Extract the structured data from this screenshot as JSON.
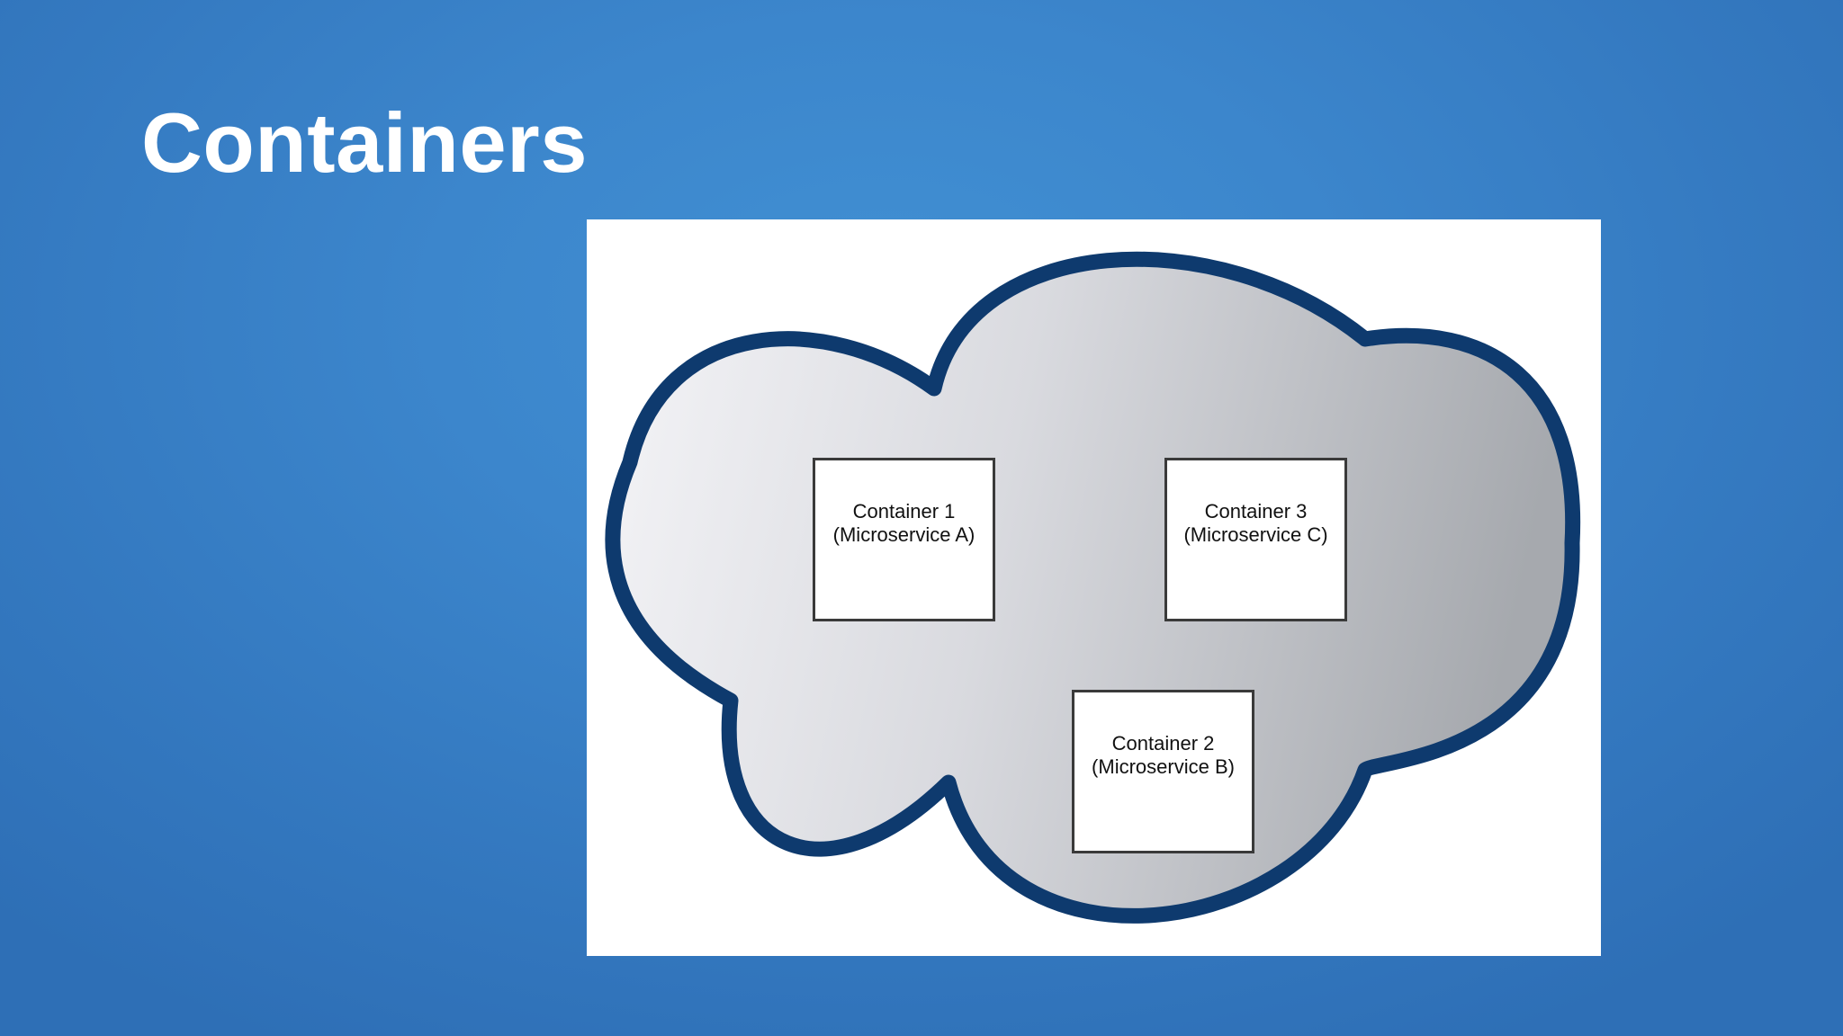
{
  "slide": {
    "title": "Containers"
  },
  "diagram": {
    "containers": [
      {
        "name": "Container 1",
        "service": "(Microservice A)"
      },
      {
        "name": "Container 3",
        "service": "(Microservice C)"
      },
      {
        "name": "Container 2",
        "service": "(Microservice B)"
      }
    ]
  },
  "colors": {
    "background": "#3a84cb",
    "cloud_outline": "#0e3a6e",
    "cloud_fill_light": "#f4f4f7",
    "cloud_fill_dark": "#a6a9ae",
    "box_border": "#3a3a3a"
  }
}
